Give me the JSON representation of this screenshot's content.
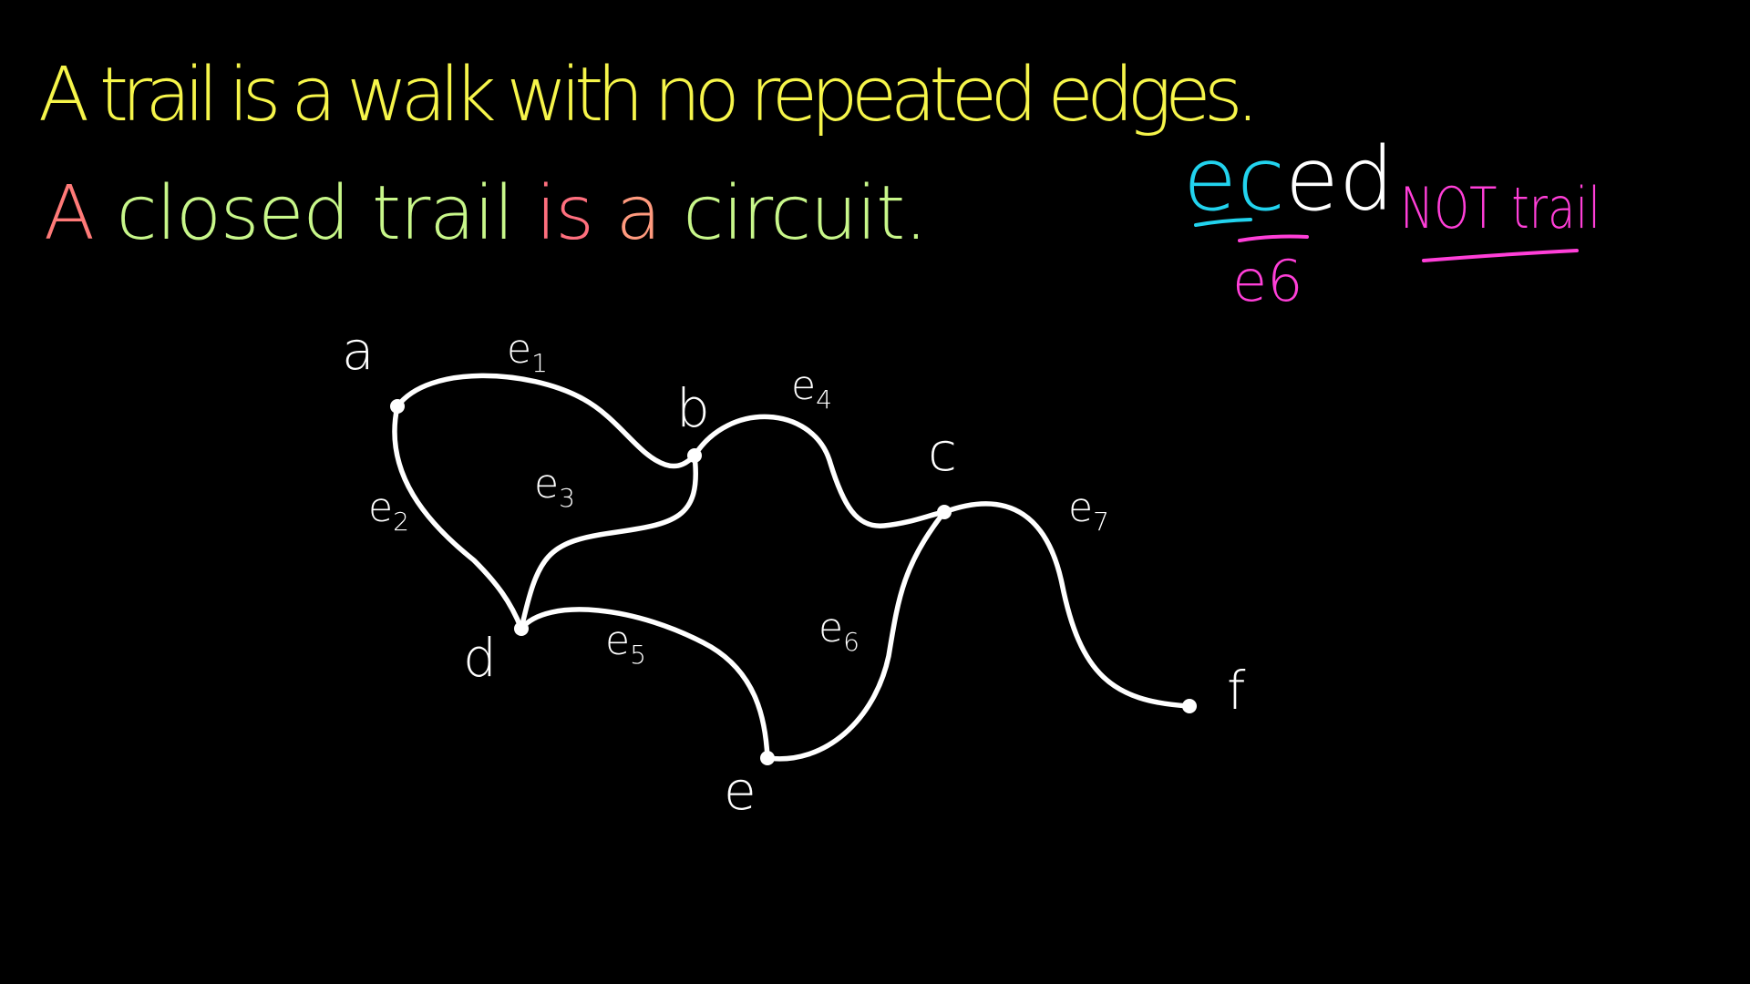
{
  "definitions": {
    "trail": {
      "words": [
        "A",
        "trail",
        "is",
        "a",
        "walk",
        "with",
        "no",
        "repeated",
        "edges."
      ],
      "color": "#F6F54A"
    },
    "circuit": {
      "words": [
        {
          "text": "A",
          "color": "#FF7A78"
        },
        {
          "text": "closed",
          "color": "#C8F78A"
        },
        {
          "text": "trail",
          "color": "#C8F78A"
        },
        {
          "text": "is",
          "color": "#FF6F7E"
        },
        {
          "text": "a",
          "color": "#FF9A7E"
        },
        {
          "text": "circuit.",
          "color": "#C8F78A"
        }
      ]
    }
  },
  "example": {
    "walk_parts": [
      {
        "text": "ec",
        "color": "#22D3EE"
      },
      {
        "text": "ed",
        "color": "#FFFFFF"
      }
    ],
    "edge_note": "e6",
    "edge_note_color": "#FF3FD8",
    "verdict": "NOT trail",
    "verdict_color": "#FF3FD8",
    "accent_cyan": "#22D3EE"
  },
  "graph": {
    "line_color": "#FFFFFF",
    "vertices": [
      {
        "id": "a",
        "label": "a"
      },
      {
        "id": "b",
        "label": "b"
      },
      {
        "id": "c",
        "label": "c"
      },
      {
        "id": "d",
        "label": "d"
      },
      {
        "id": "e",
        "label": "e"
      },
      {
        "id": "f",
        "label": "f"
      }
    ],
    "edges": [
      {
        "id": "e1",
        "label": "e1",
        "from": "a",
        "to": "b"
      },
      {
        "id": "e2",
        "label": "e2",
        "from": "a",
        "to": "d"
      },
      {
        "id": "e3",
        "label": "e3",
        "from": "b",
        "to": "d"
      },
      {
        "id": "e4",
        "label": "e4",
        "from": "b",
        "to": "c"
      },
      {
        "id": "e5",
        "label": "e5",
        "from": "d",
        "to": "e"
      },
      {
        "id": "e6",
        "label": "e6",
        "from": "c",
        "to": "e"
      },
      {
        "id": "e7",
        "label": "e7",
        "from": "c",
        "to": "f"
      }
    ]
  }
}
